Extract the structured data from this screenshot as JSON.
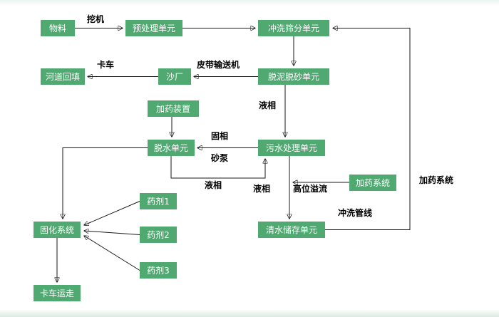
{
  "diagram": {
    "nodes": {
      "material": "物料",
      "pretreatment": "预处理单元",
      "washing_screening": "冲洗筛分单元",
      "river_backfill": "河道回填",
      "sand_plant": "沙厂",
      "desliming_desanding": "脱泥脱砂单元",
      "dosing_device": "加药装置",
      "dewatering": "脱水单元",
      "sewage_treatment": "污水处理单元",
      "dosing_system_box": "加药系统",
      "agent1": "药剂1",
      "solidification": "固化系统",
      "agent2": "药剂2",
      "clean_water_storage": "清水储存单元",
      "agent3": "药剂3",
      "truck_away": "卡车运走"
    },
    "edge_labels": {
      "excavator": "挖机",
      "truck": "卡车",
      "belt_conveyor": "皮带输送机",
      "liquid_phase_1": "液相",
      "solid_phase": "固相",
      "sand_pump": "砂泵",
      "liquid_phase_2": "液相",
      "liquid_phase_3": "液相",
      "high_level_overflow": "高位溢流",
      "dosing_system_label": "加药系统",
      "washing_pipeline": "冲洗管线"
    },
    "colors": {
      "node_bg": "#4fa971",
      "node_text": "#ffffff",
      "line": "#1a1a1a",
      "label_text": "#000000"
    }
  }
}
